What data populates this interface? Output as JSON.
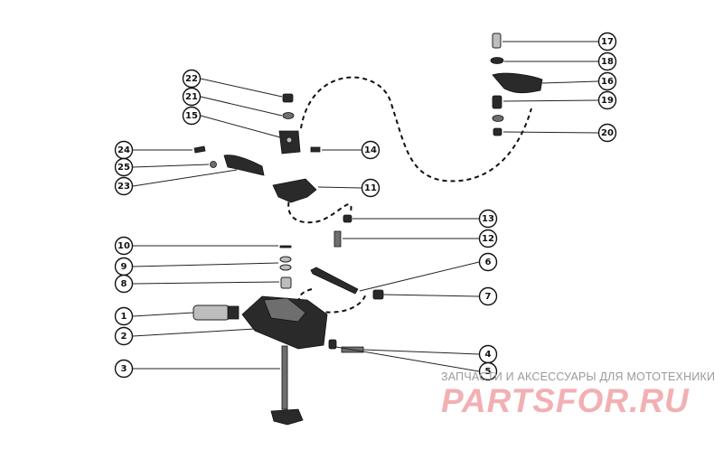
{
  "diagram": {
    "callouts": [
      {
        "id": "22",
        "label": "22"
      },
      {
        "id": "21",
        "label": "21"
      },
      {
        "id": "15",
        "label": "15"
      },
      {
        "id": "24",
        "label": "24"
      },
      {
        "id": "25",
        "label": "25"
      },
      {
        "id": "23",
        "label": "23"
      },
      {
        "id": "10",
        "label": "10"
      },
      {
        "id": "9",
        "label": "9"
      },
      {
        "id": "8",
        "label": "8"
      },
      {
        "id": "1",
        "label": "1"
      },
      {
        "id": "2",
        "label": "2"
      },
      {
        "id": "3",
        "label": "3"
      },
      {
        "id": "17",
        "label": "17"
      },
      {
        "id": "18",
        "label": "18"
      },
      {
        "id": "16",
        "label": "16"
      },
      {
        "id": "19",
        "label": "19"
      },
      {
        "id": "20",
        "label": "20"
      },
      {
        "id": "14",
        "label": "14"
      },
      {
        "id": "11",
        "label": "11"
      },
      {
        "id": "13",
        "label": "13"
      },
      {
        "id": "12",
        "label": "12"
      },
      {
        "id": "6",
        "label": "6"
      },
      {
        "id": "7",
        "label": "7"
      },
      {
        "id": "4",
        "label": "4"
      },
      {
        "id": "5",
        "label": "5"
      }
    ]
  },
  "watermark": {
    "caption": "ЗАПЧАСТИ И АКСЕССУАРЫ ДЛЯ МОТОТЕХНИКИ",
    "logo_text": "PARTSFOR.RU",
    "logo_color": "#f2b0b3"
  }
}
